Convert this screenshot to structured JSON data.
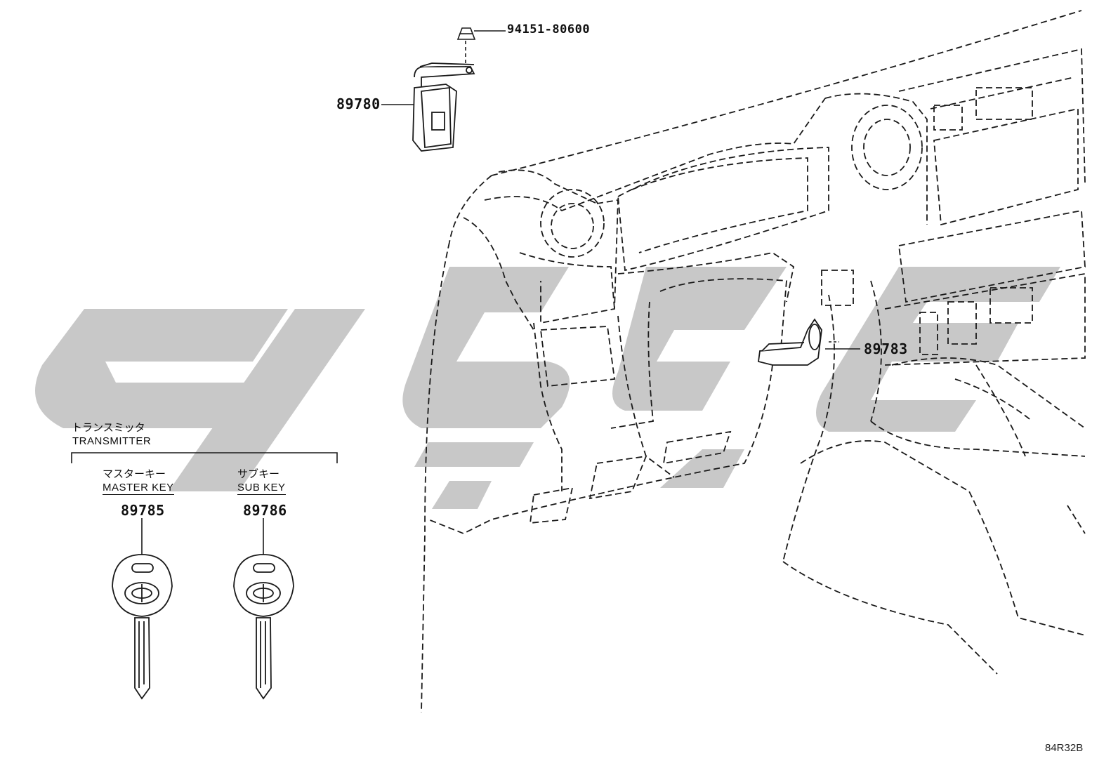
{
  "parts": {
    "nut": "94151-80600",
    "receiver": "89780",
    "sensor": "89783",
    "master_key": "89785",
    "sub_key": "89786"
  },
  "transmitter": {
    "jp": "トランスミッタ",
    "en": "TRANSMITTER"
  },
  "master_key": {
    "jp": "マスターキー",
    "en": "MASTER KEY"
  },
  "sub_key": {
    "jp": "サブキー",
    "en": "SUB KEY"
  },
  "diagram_code": "84R32B",
  "colors": {
    "line": "#1a1a1a",
    "watermark": "#c8c8c8"
  }
}
